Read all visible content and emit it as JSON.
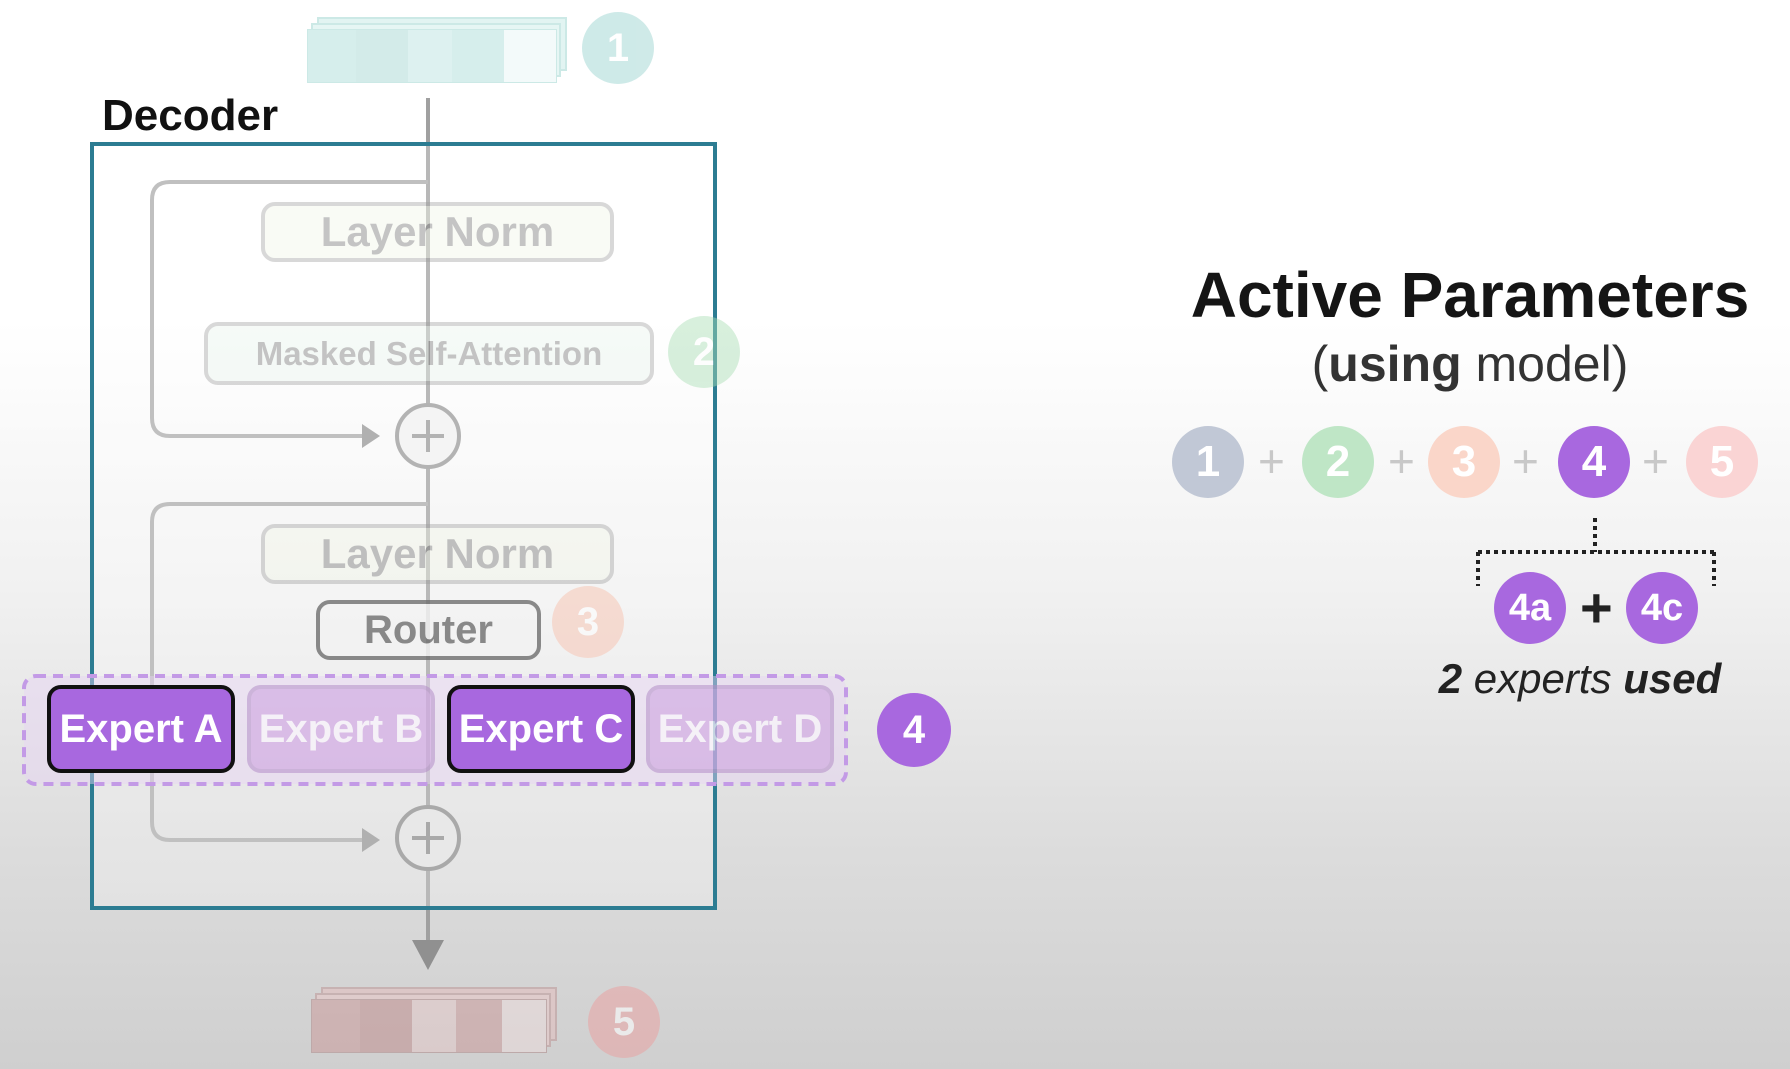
{
  "decoder_title": "Decoder",
  "blocks": {
    "layer_norm_1": "Layer Norm",
    "masked_self_attention": "Masked Self-Attention",
    "layer_norm_2": "Layer Norm",
    "router": "Router"
  },
  "experts": [
    {
      "label": "Expert A",
      "active": true
    },
    {
      "label": "Expert B",
      "active": false
    },
    {
      "label": "Expert C",
      "active": true
    },
    {
      "label": "Expert D",
      "active": false
    }
  ],
  "badges": {
    "input": "1",
    "attention": "2",
    "router": "3",
    "experts": "4",
    "output": "5"
  },
  "panel": {
    "title": "Active Parameters",
    "subtitle_open": "(",
    "subtitle_bold": "using",
    "subtitle_rest": " model)",
    "equation": [
      "1",
      "2",
      "3",
      "4",
      "5"
    ],
    "plus_sign": "+",
    "sub_experts": [
      "4a",
      "4c"
    ],
    "caption_count": "2",
    "caption_middle": " experts ",
    "caption_end": "used"
  },
  "colors": {
    "teal": "#a7d9d6",
    "green": "#a9deb4",
    "peach": "#f7c7b6",
    "purple": "#a868df",
    "pink": "#f7c4c4",
    "slate": "#c1c8d6",
    "decoder_border": "#2c7c92"
  }
}
